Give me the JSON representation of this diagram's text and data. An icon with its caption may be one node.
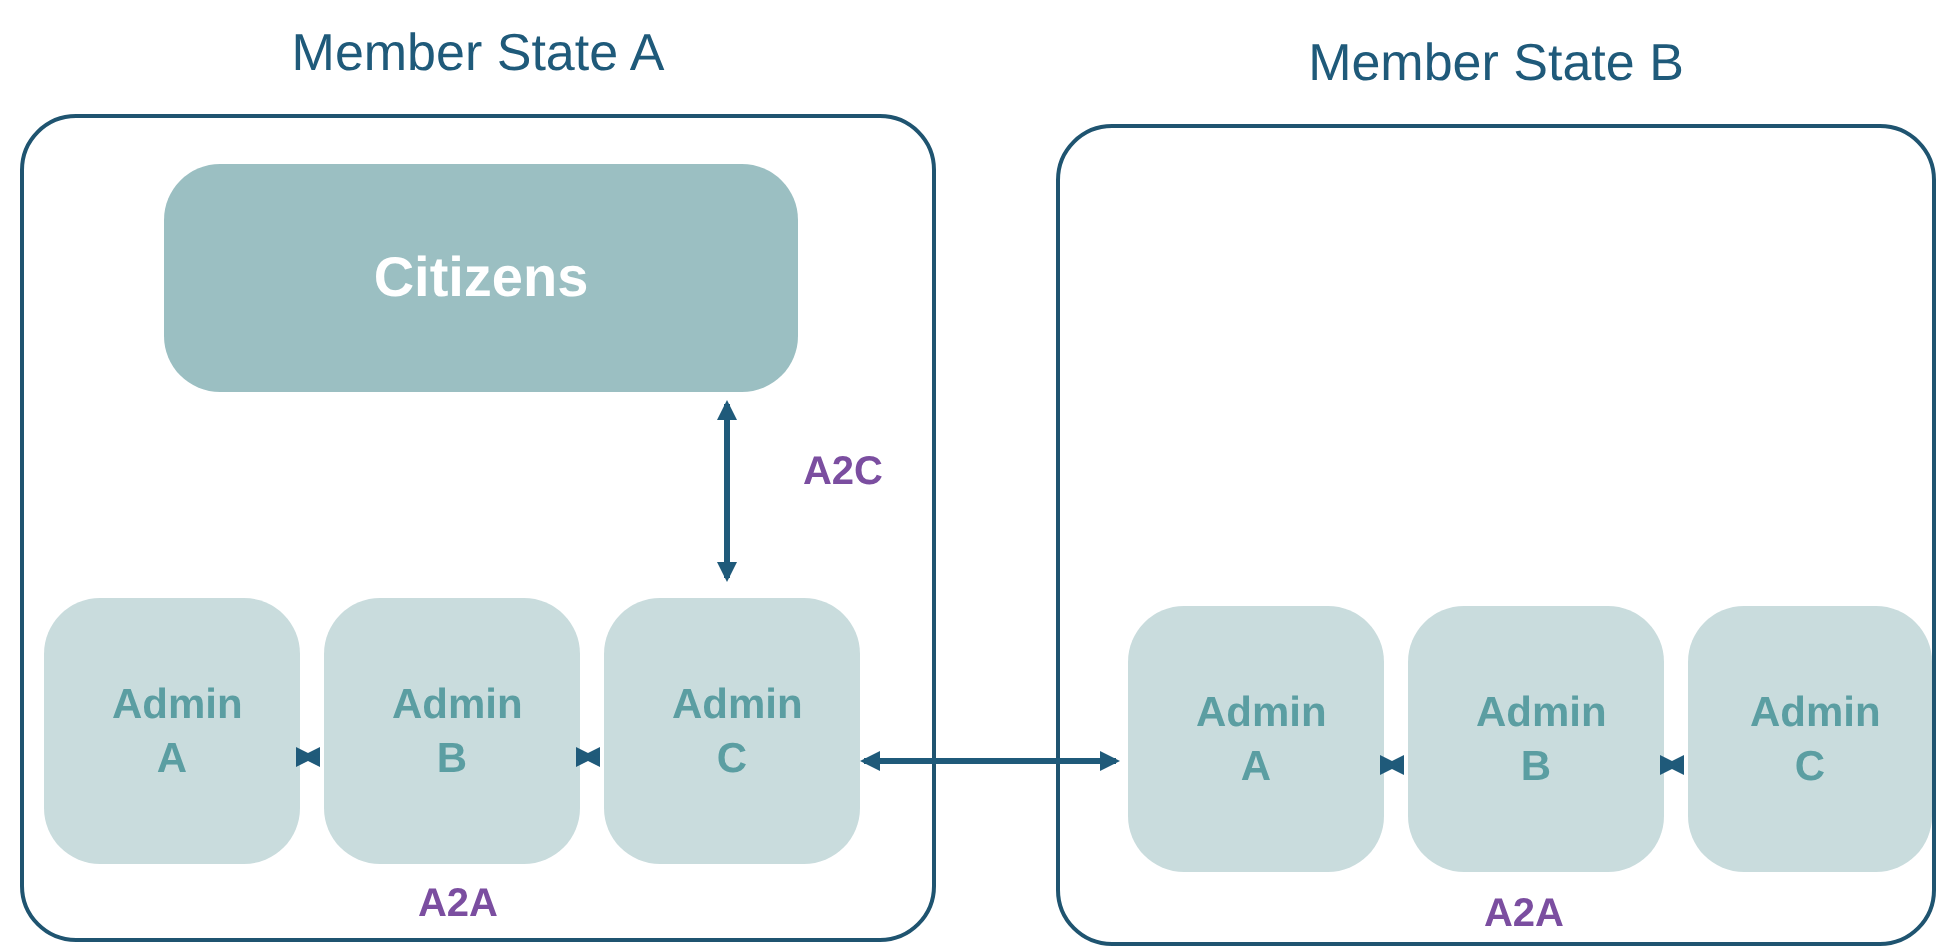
{
  "diagram": {
    "nodes": [
      {
        "text": [
          "Member State A"
        ]
      },
      {
        "text": [
          "Citizens"
        ],
        "in": 0
      },
      {
        "text": [
          "Admin A"
        ],
        "in": 0
      },
      {
        "text": [
          "Admin B"
        ],
        "in": 0
      },
      {
        "text": [
          "Admin C"
        ],
        "in": 0
      },
      {
        "text": [
          "Member State B"
        ]
      },
      {
        "text": [
          "Admin A"
        ],
        "in": 5
      },
      {
        "text": [
          "Admin B"
        ],
        "in": 5
      },
      {
        "text": [
          "Admin C"
        ],
        "in": 5
      }
    ],
    "edges": [
      {
        "from": 1,
        "to": 4,
        "arrow": "both",
        "label": "A2C"
      },
      {
        "from": 2,
        "to": 3,
        "arrow": "both"
      },
      {
        "from": 3,
        "to": 4,
        "arrow": "both"
      },
      {
        "from": 4,
        "to": 6,
        "arrow": "both"
      },
      {
        "from": 6,
        "to": 7,
        "arrow": "both"
      },
      {
        "from": 7,
        "to": 8,
        "arrow": "both"
      }
    ],
    "labels": [
      "A2A",
      "A2A"
    ]
  }
}
